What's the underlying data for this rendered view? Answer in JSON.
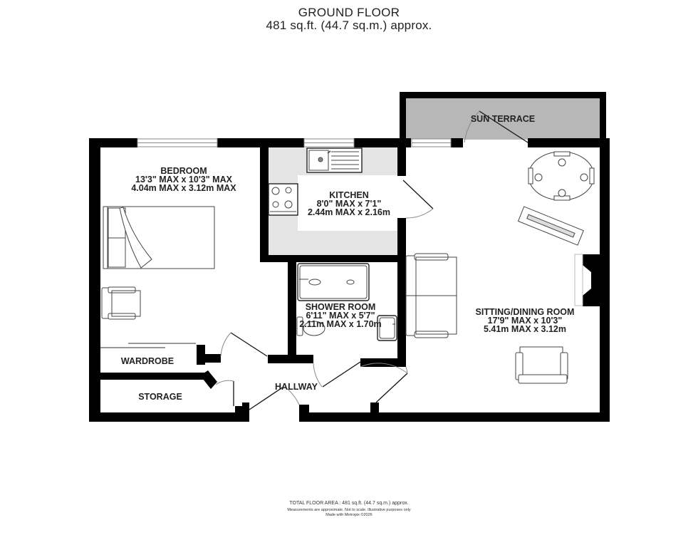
{
  "header": {
    "floor_title": "GROUND FLOOR",
    "floor_area": "481 sq.ft. (44.7 sq.m.) approx."
  },
  "rooms": {
    "bedroom": {
      "name": "BEDROOM",
      "imperial": "13'3\" MAX x 10'3\" MAX",
      "metric": "4.04m MAX x 3.12m MAX"
    },
    "kitchen": {
      "name": "KITCHEN",
      "imperial": "8'0\" MAX x 7'1\"",
      "metric": "2.44m MAX x 2.16m"
    },
    "sun_terrace": {
      "name": "SUN TERRACE"
    },
    "shower_room": {
      "name": "SHOWER ROOM",
      "imperial": "6'11\" MAX x 5'7\"",
      "metric": "2.11m MAX x 1.70m"
    },
    "sitting_dining": {
      "name": "SITTING/DINING ROOM",
      "imperial": "17'9\" MAX x 10'3\"",
      "metric": "5.41m MAX x 3.12m"
    },
    "wardrobe": {
      "name": "WARDROBE"
    },
    "storage": {
      "name": "STORAGE"
    },
    "hallway": {
      "name": "HALLWAY"
    }
  },
  "colors": {
    "wall": "#000000",
    "kitchen_floor": "#e4e4e4",
    "terrace_floor": "#b7b7b7",
    "background": "#ffffff"
  },
  "footer": {
    "total_area": "TOTAL FLOOR AREA : 481 sq.ft. (44.7 sq.m.) approx.",
    "disclaimer": "Measurements are approximate.  Not to scale.  Illustrative purposes only",
    "made_with": "Made with Metropix ©2026"
  }
}
